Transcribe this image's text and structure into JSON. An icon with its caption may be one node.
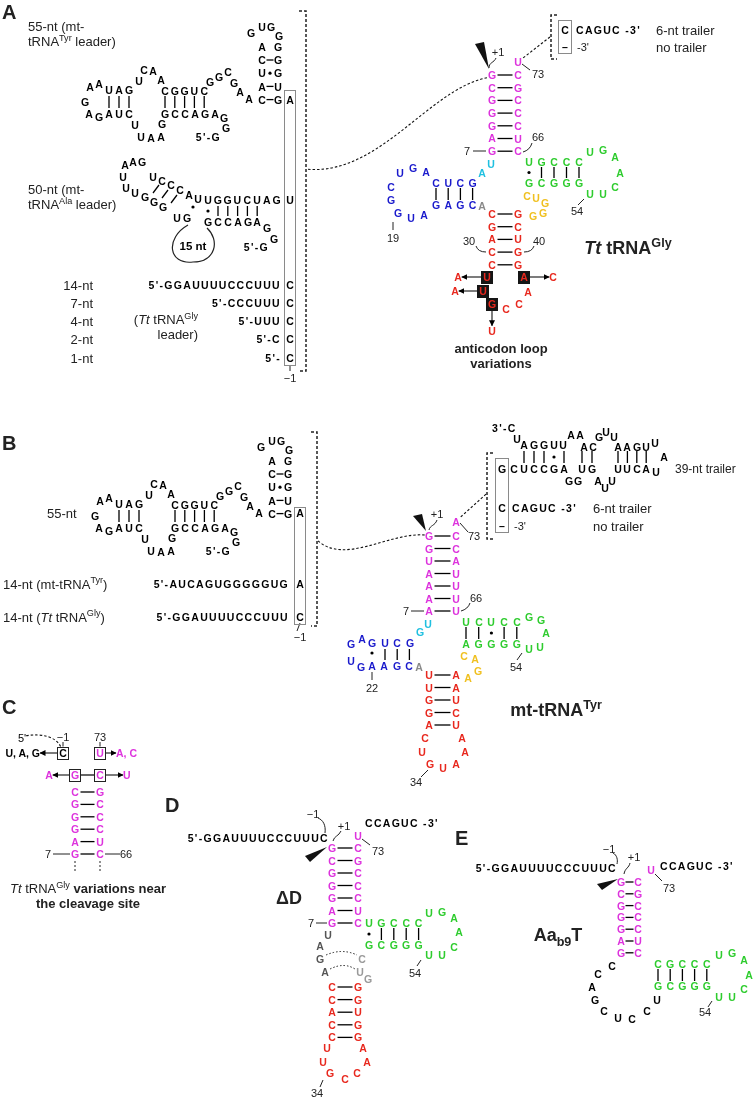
{
  "diagram": {
    "nodes": [
      {
        "text": [
          "A",
          "U",
          "C",
          "C",
          "C",
          "C",
          "C"
        ]
      },
      {
        "text": [
          "C",
          "–"
        ]
      },
      {
        "text": [],
        "shape": "bracket"
      },
      {
        "text": [],
        "shape": "bracket"
      },
      {
        "text": [
          "U"
        ]
      },
      {
        "text": [
          "U"
        ]
      },
      {
        "text": [
          "G"
        ]
      },
      {
        "text": [
          "A"
        ]
      },
      {
        "text": [
          "A"
        ]
      },
      {
        "text": [
          "A"
        ]
      },
      {
        "text": [
          "U"
        ]
      },
      {
        "text": [
          "C"
        ]
      },
      {
        "text": [
          "A",
          "A",
          "C"
        ]
      },
      {
        "text": [
          "G",
          "C",
          "–"
        ]
      },
      {
        "text": [],
        "shape": "bracket"
      },
      {
        "text": [],
        "shape": "bracket"
      },
      {
        "text": [
          "5'"
        ]
      },
      {
        "text": [
          "C"
        ]
      },
      {
        "text": [
          "U"
        ]
      },
      {
        "text": [
          "G"
        ]
      },
      {
        "text": [
          "C"
        ]
      },
      {
        "text": [
          "U, A, G"
        ]
      },
      {
        "text": [
          "A, C"
        ]
      },
      {
        "text": [
          "A"
        ]
      },
      {
        "text": [
          "U"
        ]
      },
      {
        "text": [
          "G"
        ]
      },
      {
        "text": [
          "U"
        ]
      },
      {
        "text": [
          "G"
        ]
      },
      {
        "text": [
          "A"
        ]
      }
    ],
    "edges": [
      {
        "from": 2,
        "to": 25,
        "arrow": "none",
        "style": "dashed"
      },
      {
        "from": 3,
        "to": 26,
        "arrow": "none",
        "style": "dashed"
      },
      {
        "from": 4,
        "to": 8,
        "arrow": "to"
      },
      {
        "from": 5,
        "to": 9,
        "arrow": "to"
      },
      {
        "from": 6,
        "to": 10,
        "arrow": "to"
      },
      {
        "from": 7,
        "to": 11,
        "arrow": "to"
      },
      {
        "from": 14,
        "to": 27,
        "arrow": "none",
        "style": "dashed"
      },
      {
        "from": 15,
        "to": 28,
        "arrow": "none",
        "style": "dashed"
      },
      {
        "from": 16,
        "to": 17,
        "arrow": "none",
        "style": "dashed"
      },
      {
        "from": 17,
        "to": 21,
        "arrow": "to"
      },
      {
        "from": 18,
        "to": 22,
        "arrow": "to"
      },
      {
        "from": 19,
        "to": 23,
        "arrow": "to"
      },
      {
        "from": 20,
        "to": 24,
        "arrow": "to"
      },
      {
        "from": 19,
        "to": 20,
        "arrow": "none"
      }
    ],
    "labels": [
      "A",
      "55-nt (mt-tRNA$^{Tyr}$ leader)",
      "G",
      "AAUAG",
      "AGAUC",
      "U",
      "U",
      "UAA",
      "CA",
      "A",
      "G",
      "CGGUC",
      "GCCAGAG",
      "5'-G",
      "GGCGAA",
      "G",
      "G UGG",
      "ACUAC",
      "GGGUG",
      "50-nt (mt-tRNA$^{Ala}$ leader)",
      "UUUGGG UG",
      "AAG",
      "UCCCAU",
      "15 nt",
      "UGGUCUAG",
      "GCCAGAG",
      "5'-G",
      "G",
      "14-nt",
      "5'-GGAUUUUCCCUUU",
      "7-nt",
      "5'-CCCUUU",
      "4-nt",
      "(*Tt* tRNA$^{Gly}$ leader)",
      "5'-UUU",
      "2-nt",
      "5'-C",
      "1-nt",
      "5'-",
      "−1",
      "U G A C G G U A",
      "19",
      "C U C G",
      "G A G C",
      "anticodon loop variations",
      "7",
      "30",
      "AU",
      "A",
      "CGGGAG",
      "CGACC",
      "+1",
      "A C C",
      "CGCCCUC",
      "GCUGG",
      "CUG",
      "U G C C C",
      "G C G G G",
      "GG",
      "73",
      "66",
      "40",
      "CAGUC -3'",
      "-3'",
      "54",
      "U G A A C U U",
      "*Tt* tRNA$^{Gly}$",
      "6-nt trailer",
      "no trailer",
      "B",
      "55-nt",
      "G",
      "AAUAG",
      "AGAUC",
      "U",
      "U",
      "UAA",
      "CA",
      "A",
      "G",
      "CGGUC",
      "GCCAGAG",
      "5'-G",
      "GGCGAA",
      "G",
      "G UGG",
      "ACUAC",
      "GGGUG",
      "14-nt (mt-tRNA$^{Tyr}$)",
      "5'-AUCAGUGGGGGUG",
      "14-nt (*Tt* tRNA$^{Gly}$)",
      "5'-GGAUUUUCCCUUU",
      "−1",
      "G A G U C G",
      "U G A A G C",
      "22",
      "34",
      "7",
      "A",
      "GU",
      "C A U A G U A",
      "UUGGA",
      "GUAAAA",
      "+1",
      "CCAUUUU",
      "AAUCU",
      "C A G A",
      "U C U C C G G A U U",
      "A G G G G",
      "73",
      "66",
      "3'-C",
      "mt-tRNA$^{Tyr}$",
      "54",
      "CUCCGA",
      "UAGGUU",
      "CAGUC -3'",
      "-3'",
      "GG",
      "AA",
      "UG",
      "AC",
      "AUU",
      "GUU",
      "6-nt trailer",
      "no trailer",
      "AAGUU",
      "UUCAU",
      "A",
      "39-nt trailer",
      "C",
      "7",
      "−1",
      "CGGGAG",
      "73",
      "GCCCUC",
      "66",
      "*Tt* tRNA$^{Gly}$ **variations near the cleavage site**",
      "D",
      "5'-GGAUUUUCCCUUUC",
      "ΔD",
      "7",
      "−1",
      "34",
      "U A G A",
      "U A U A G C C",
      "GCGGGAG",
      "CCACC",
      "+1",
      "U",
      "C UG",
      "CGCCCUC",
      "GGUGG",
      "CCAGUC -3'",
      "U G C C C",
      "G C G G G",
      "73",
      "54",
      "U G A A C U U",
      "E",
      "5'-GGAUUUUCCCUUUC",
      "Aa$_{b9}$T",
      "C C A G U C C U C",
      "−1",
      "GCGGGAG",
      "CGCCCUC",
      "+1",
      "U",
      "C G C C C",
      "G C G G G",
      "CCAGUC -3'",
      "73",
      "54",
      "U G A A C U U"
    ]
  }
}
